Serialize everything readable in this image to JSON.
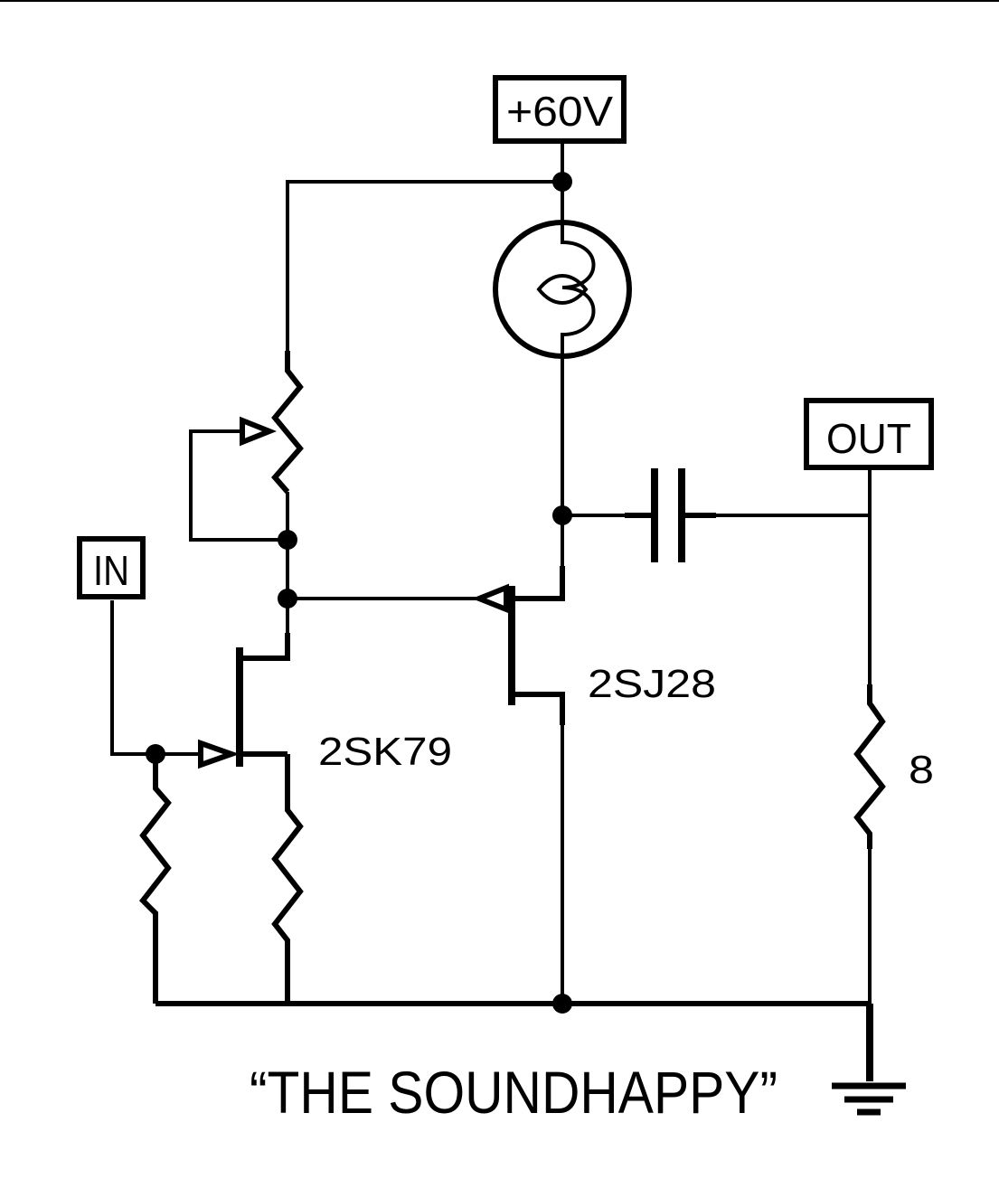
{
  "labels": {
    "supply": "+60V",
    "input": "IN",
    "output": "OUT",
    "q1": "2SK79",
    "q2": "2SJ28",
    "load": "8"
  },
  "title": "“THE SOUNDHAPPY”"
}
